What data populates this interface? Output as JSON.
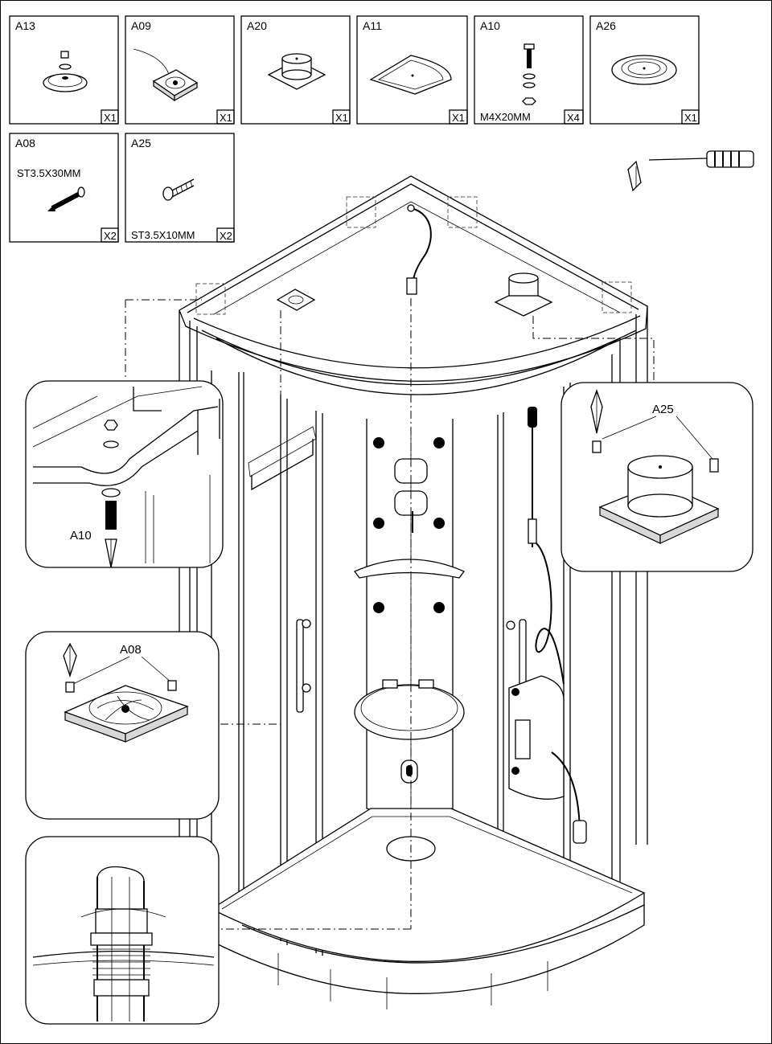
{
  "parts": [
    {
      "code": "A13",
      "qty": "X1",
      "spec": ""
    },
    {
      "code": "A09",
      "qty": "X1",
      "spec": ""
    },
    {
      "code": "A20",
      "qty": "X1",
      "spec": ""
    },
    {
      "code": "A11",
      "qty": "X1",
      "spec": ""
    },
    {
      "code": "A10",
      "qty": "X4",
      "spec": "M4X20MM"
    },
    {
      "code": "A26",
      "qty": "X1",
      "spec": ""
    },
    {
      "code": "A08",
      "qty": "X2",
      "spec": "ST3.5X30MM"
    },
    {
      "code": "A25",
      "qty": "X2",
      "spec": "ST3.5X10MM"
    }
  ],
  "tool": {
    "icon": "screwdriver-icon"
  },
  "details": {
    "roof_bolt_label": "A10",
    "fan_screws_label": "A08",
    "speaker_screws_label": "A25"
  }
}
